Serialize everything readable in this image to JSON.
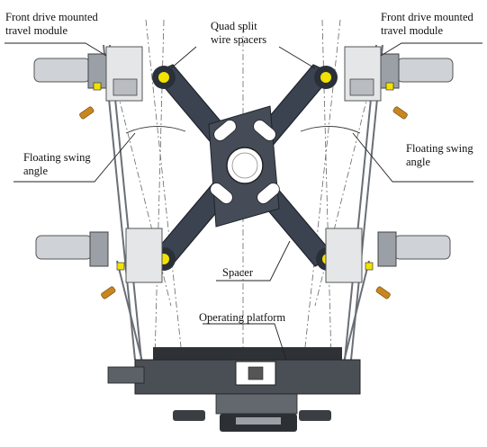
{
  "labels": {
    "front_drive_left": [
      "Front drive mounted",
      "travel module"
    ],
    "front_drive_right": [
      "Front drive mounted",
      "travel module"
    ],
    "quad_split": [
      "Quad split",
      "wire spacers"
    ],
    "floating_left": [
      "Floating swing",
      "angle"
    ],
    "floating_right": [
      "Floating swing",
      "angle"
    ],
    "spacer": "Spacer",
    "operating_platform": "Operating platform"
  },
  "colors": {
    "arm": "#3c4350",
    "arm_dark": "#2a3039",
    "frame": "#6a6f76",
    "motor": "#cfd2d6",
    "bolt": "#f2e200",
    "handle": "#c9861e",
    "platform": "#3a3d42",
    "leader": "#222222"
  }
}
